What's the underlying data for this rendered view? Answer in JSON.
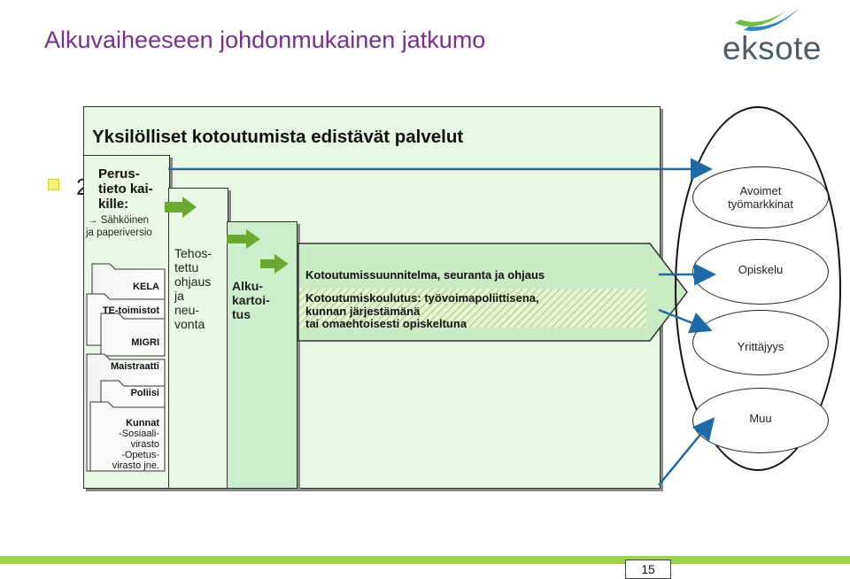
{
  "slide": {
    "title": "Alkuvaiheeseen johdonmukainen jatkumo",
    "bullet_number": "2",
    "main_heading": "Yksilölliset kotoutumista edistävät palvelut",
    "page_number": "15"
  },
  "logo": {
    "text": "eksote",
    "colors": {
      "blue": "#2f86c6",
      "green": "#6cbf44"
    }
  },
  "column1": {
    "heading_lines": [
      "Perus-",
      "tieto kai-",
      "kille:"
    ],
    "arrow_glyph": "→",
    "note_lines": [
      "Sähköinen",
      "ja paperiversio"
    ],
    "tabs": [
      {
        "lines": [
          "KELA"
        ]
      },
      {
        "lines": [
          "TE-toimistot"
        ]
      },
      {
        "lines": [
          "MIGRI"
        ]
      },
      {
        "lines": [
          "Maistraatti"
        ]
      },
      {
        "lines": [
          "Poliisi"
        ]
      },
      {
        "lines": [
          "Kunnat",
          "-Sosiaali-",
          "virasto",
          "-Opetus-",
          "virasto jne."
        ]
      }
    ]
  },
  "column2": {
    "lines": [
      "Tehos-",
      "tettu",
      "ohjaus",
      "ja",
      "neu-",
      "vonta"
    ]
  },
  "column3": {
    "lines": [
      "Alku-",
      "kartoi-",
      "tus"
    ]
  },
  "process": {
    "line1": "Kotoutumissuunnitelma, seuranta ja ohjaus",
    "line2": [
      "Kotoutumiskoulutus: työvoimapoliittisena,",
      "kunnan järjestämänä",
      "tai omaehtoisesti opiskeltuna"
    ]
  },
  "outcomes": [
    {
      "lines": [
        "Avoimet",
        "työmarkkinat"
      ]
    },
    {
      "lines": [
        "Opiskelu"
      ]
    },
    {
      "lines": [
        "Yrittäjyys"
      ]
    },
    {
      "lines": [
        "Muu"
      ]
    }
  ],
  "colors": {
    "title": "#7a2f8c",
    "panel": "#e9f8e4",
    "arrow_blue": "#1f6aa5",
    "arrow_green": "#6aa832",
    "footer": "#9bd34c"
  }
}
